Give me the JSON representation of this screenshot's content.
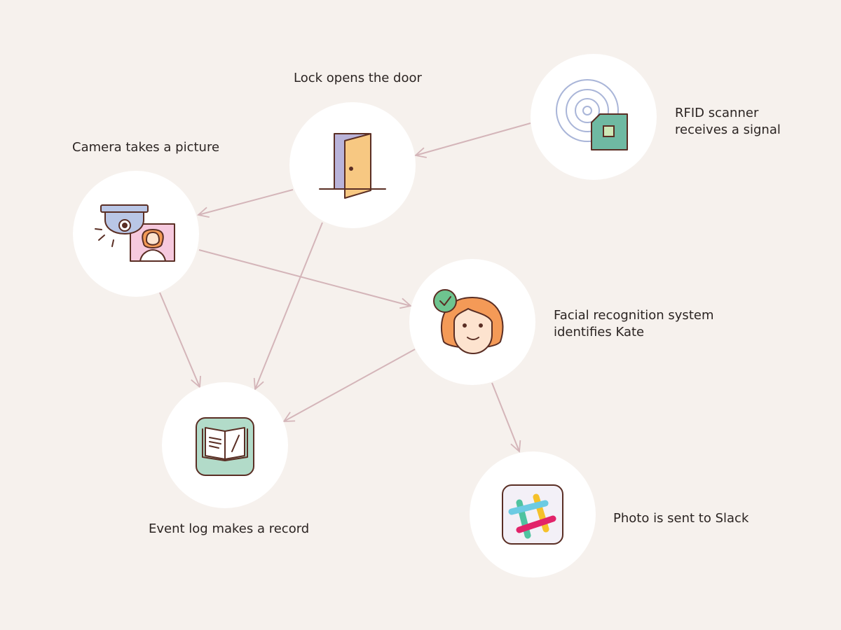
{
  "nodes": {
    "lock": {
      "label": "Lock opens the door",
      "icon": "door-icon"
    },
    "rfid": {
      "label_line1": "RFID scanner",
      "label_line2": "receives a signal",
      "icon": "rfid-chip-icon"
    },
    "camera": {
      "label": "Camera takes a picture",
      "icon": "security-camera-icon"
    },
    "face": {
      "label_line1": "Facial recognition system",
      "label_line2": "identifies Kate",
      "icon": "face-check-icon"
    },
    "log": {
      "label": "Event log makes a record",
      "icon": "book-icon"
    },
    "slack": {
      "label": "Photo is sent to Slack",
      "icon": "slack-icon"
    }
  },
  "edges": [
    {
      "from": "rfid",
      "to": "lock"
    },
    {
      "from": "lock",
      "to": "camera"
    },
    {
      "from": "lock",
      "to": "log"
    },
    {
      "from": "camera",
      "to": "face"
    },
    {
      "from": "camera",
      "to": "log"
    },
    {
      "from": "face",
      "to": "log"
    },
    {
      "from": "face",
      "to": "slack"
    }
  ],
  "colors": {
    "background": "#f6f1ed",
    "node_fill": "#ffffff",
    "edge": "#d4b5b9",
    "outline": "#5a2e24",
    "door_frame": "#b9b3d9",
    "door": "#f7c882",
    "rfid_waves": "#a9b5d8",
    "chip": "#6fb9a2",
    "chip_center": "#cde8b6",
    "camera_dome": "#b9c6e6",
    "photo_bg": "#f6c9de",
    "hair": "#f49a57",
    "skin": "#fde3cf",
    "check": "#6ec48f",
    "book_tile": "#b2dbc9",
    "slack_tile": "#f3f0f7"
  }
}
